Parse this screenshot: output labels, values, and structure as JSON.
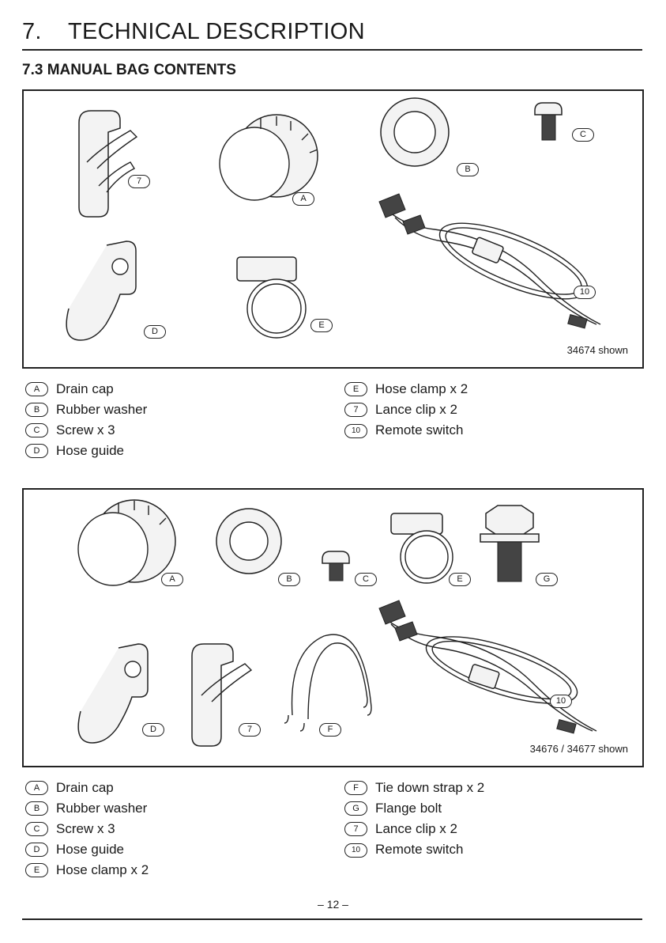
{
  "header": {
    "chapter_number": "7.",
    "chapter_title": "TECHNICAL DESCRIPTION",
    "section_title": "7.3 MANUAL BAG CONTENTS"
  },
  "panel1": {
    "caption": "34674 shown",
    "callouts": [
      "7",
      "A",
      "B",
      "C",
      "D",
      "E",
      "10"
    ],
    "legend_left": [
      {
        "key": "A",
        "label": "Drain cap"
      },
      {
        "key": "B",
        "label": "Rubber washer"
      },
      {
        "key": "C",
        "label": "Screw x 3"
      },
      {
        "key": "D",
        "label": "Hose guide"
      }
    ],
    "legend_right": [
      {
        "key": "E",
        "label": "Hose clamp x 2"
      },
      {
        "key": "7",
        "label": "Lance clip x 2"
      },
      {
        "key": "10",
        "label": "Remote switch"
      }
    ]
  },
  "panel2": {
    "caption": "34676 / 34677 shown",
    "callouts": [
      "A",
      "B",
      "C",
      "E",
      "G",
      "D",
      "7",
      "F",
      "10"
    ],
    "legend_left": [
      {
        "key": "A",
        "label": "Drain cap"
      },
      {
        "key": "B",
        "label": "Rubber washer"
      },
      {
        "key": "C",
        "label": "Screw x 3"
      },
      {
        "key": "D",
        "label": "Hose guide"
      },
      {
        "key": "E",
        "label": "Hose clamp x 2"
      }
    ],
    "legend_right": [
      {
        "key": "F",
        "label": "Tie down strap x 2"
      },
      {
        "key": "G",
        "label": "Flange bolt"
      },
      {
        "key": "7",
        "label": "Lance clip x 2"
      },
      {
        "key": "10",
        "label": "Remote switch"
      }
    ]
  },
  "footer": {
    "page_number": "– 12 –"
  }
}
